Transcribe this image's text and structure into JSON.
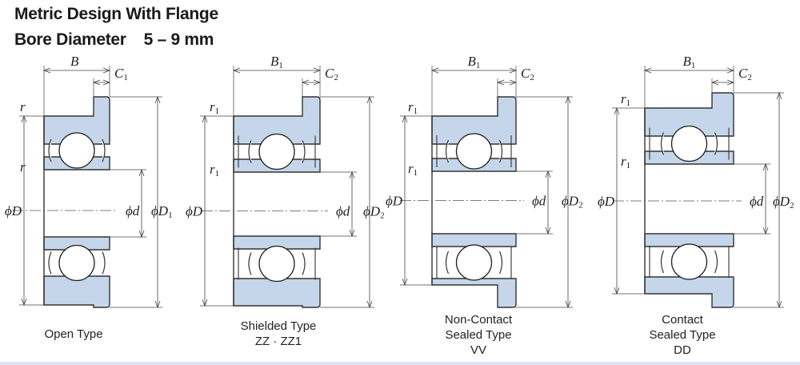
{
  "header": {
    "title": "Metric Design With Flange",
    "bore_label": "Bore Diameter",
    "bore_range": "5 – 9 mm"
  },
  "bearings": [
    {
      "id": "open",
      "caption": [
        "Open Type"
      ],
      "seal": "none",
      "width_label": "B",
      "flange_label": "C",
      "flange_sub": "1",
      "outer_flange_label": "D",
      "outer_flange_sub": "1",
      "radius_label": "r",
      "radius_sub": ""
    },
    {
      "id": "shielded",
      "caption": [
        "Shielded Type",
        "ZZ · ZZ1"
      ],
      "seal": "shield",
      "width_label": "B",
      "width_sub": "1",
      "flange_label": "C",
      "flange_sub": "2",
      "outer_flange_label": "D",
      "outer_flange_sub": "2",
      "radius_label": "r",
      "radius_sub": "1"
    },
    {
      "id": "noncontact",
      "caption": [
        "Non-Contact",
        "Sealed Type",
        "VV"
      ],
      "seal": "noncontact",
      "width_label": "B",
      "width_sub": "1",
      "flange_label": "C",
      "flange_sub": "2",
      "outer_flange_label": "D",
      "outer_flange_sub": "2",
      "radius_label": "r",
      "radius_sub": "1"
    },
    {
      "id": "contact",
      "caption": [
        "Contact",
        "Sealed Type",
        "DD"
      ],
      "seal": "contact",
      "width_label": "B",
      "width_sub": "1",
      "flange_label": "C",
      "flange_sub": "2",
      "outer_flange_label": "D",
      "outer_flange_sub": "2",
      "radius_label": "r",
      "radius_sub": "1"
    }
  ],
  "symbols": {
    "phi": "ϕ",
    "outer_diameter": "D",
    "bore_diameter": "d"
  }
}
